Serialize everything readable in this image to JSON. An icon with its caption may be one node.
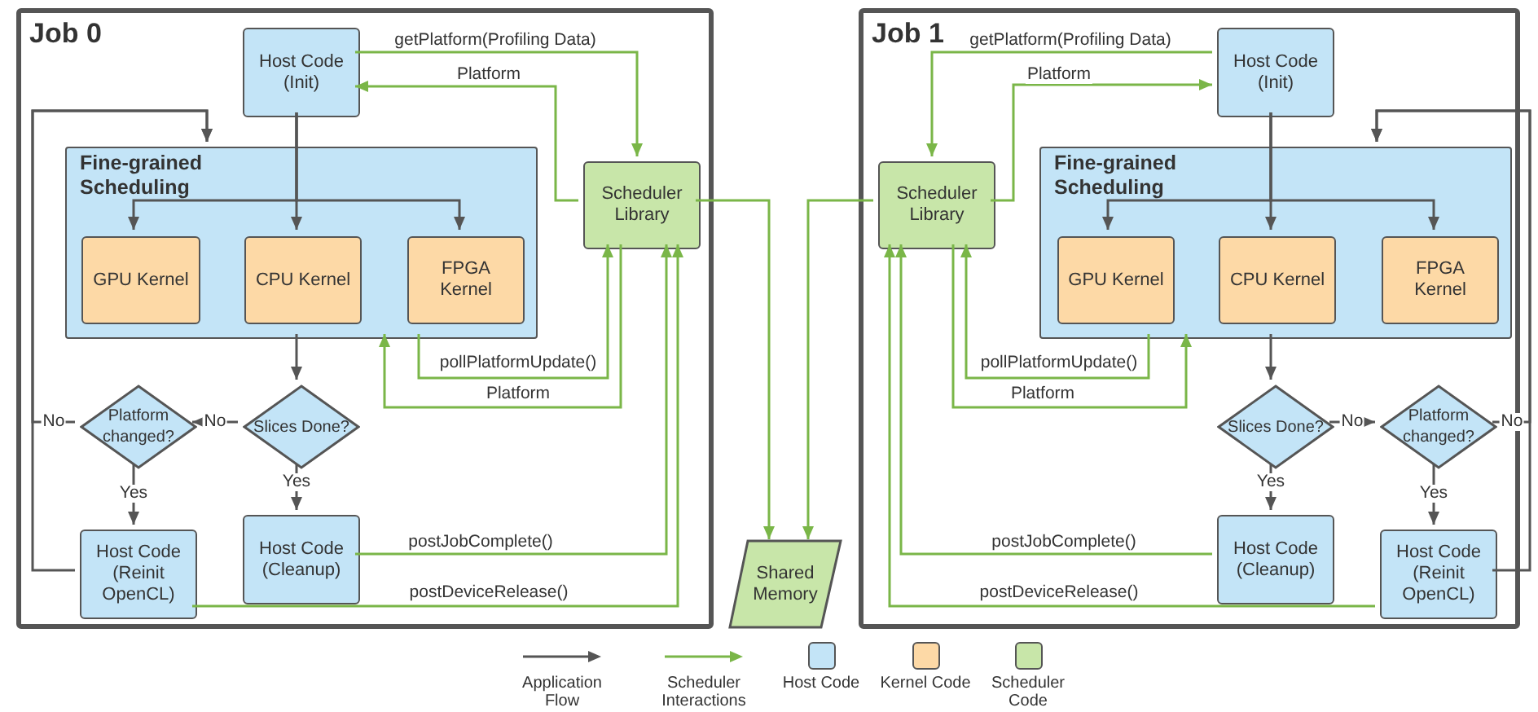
{
  "diagram": {
    "nodes": [
      {
        "text": [
          "Job 0"
        ]
      },
      {
        "text": [
          "Host Code (Init)"
        ],
        "in": 0
      },
      {
        "text": [
          "Fine-grained Scheduling"
        ],
        "in": 0
      },
      {
        "text": [
          "GPU Kernel"
        ],
        "in": 2
      },
      {
        "text": [
          "CPU Kernel"
        ],
        "in": 2
      },
      {
        "text": [
          "FPGA Kernel"
        ],
        "in": 2
      },
      {
        "text": [
          "Scheduler Library"
        ],
        "in": 0
      },
      {
        "text": [
          "Slices Done?"
        ],
        "in": 0
      },
      {
        "text": [
          "Platform changed?"
        ],
        "in": 0
      },
      {
        "text": [
          "Host Code (Cleanup)"
        ],
        "in": 0
      },
      {
        "text": [
          "Host Code (Reinit OpenCL)"
        ],
        "in": 0
      },
      {
        "text": [
          "Shared Memory"
        ]
      },
      {
        "text": [
          "Job 1"
        ]
      },
      {
        "text": [
          "Host Code (Init)"
        ],
        "in": 12
      },
      {
        "text": [
          "Scheduler Library"
        ],
        "in": 12
      },
      {
        "text": [
          "Fine-grained Scheduling"
        ],
        "in": 12
      },
      {
        "text": [
          "GPU Kernel"
        ],
        "in": 15
      },
      {
        "text": [
          "CPU Kernel"
        ],
        "in": 15
      },
      {
        "text": [
          "FPGA Kernel"
        ],
        "in": 15
      },
      {
        "text": [
          "Slices Done?"
        ],
        "in": 12
      },
      {
        "text": [
          "Platform changed?"
        ],
        "in": 12
      },
      {
        "text": [
          "Host Code (Cleanup)"
        ],
        "in": 12
      },
      {
        "text": [
          "Host Code (Reinit OpenCL)"
        ],
        "in": 12
      }
    ],
    "edges": [
      {
        "from": 1,
        "to": 3,
        "arrow": "to"
      },
      {
        "from": 1,
        "to": 4,
        "arrow": "to"
      },
      {
        "from": 1,
        "to": 5,
        "arrow": "to"
      },
      {
        "from": 2,
        "to": 7,
        "arrow": "to"
      },
      {
        "from": 7,
        "to": 8,
        "arrow": "to",
        "label": "No"
      },
      {
        "from": 7,
        "to": 9,
        "arrow": "to",
        "label": "Yes"
      },
      {
        "from": 8,
        "to": 10,
        "arrow": "to",
        "label": "Yes"
      },
      {
        "from": 8,
        "to": 2,
        "arrow": "to",
        "label": "No"
      },
      {
        "from": 10,
        "to": 2,
        "arrow": "to"
      },
      {
        "from": 1,
        "to": 6,
        "arrow": "to",
        "label": "getPlatform(Profiling Data)",
        "color": "#7ab648"
      },
      {
        "from": 6,
        "to": 1,
        "arrow": "to",
        "label": "Platform",
        "color": "#7ab648"
      },
      {
        "from": 2,
        "to": 6,
        "arrow": "to",
        "label": "pollPlatformUpdate()",
        "color": "#7ab648"
      },
      {
        "from": 6,
        "to": 2,
        "arrow": "to",
        "label": "Platform",
        "color": "#7ab648"
      },
      {
        "from": 9,
        "to": 6,
        "arrow": "to",
        "label": "postJobComplete()",
        "color": "#7ab648"
      },
      {
        "from": 10,
        "to": 6,
        "arrow": "to",
        "label": "postDeviceRelease()",
        "color": "#7ab648"
      },
      {
        "from": 6,
        "to": 11,
        "arrow": "to",
        "color": "#7ab648"
      },
      {
        "from": 14,
        "to": 11,
        "arrow": "to",
        "color": "#7ab648"
      },
      {
        "from": 13,
        "to": 14,
        "arrow": "to",
        "label": "getPlatform(Profiling Data)",
        "color": "#7ab648"
      },
      {
        "from": 14,
        "to": 13,
        "arrow": "to",
        "label": "Platform",
        "color": "#7ab648"
      },
      {
        "from": 13,
        "to": 16,
        "arrow": "to"
      },
      {
        "from": 13,
        "to": 17,
        "arrow": "to"
      },
      {
        "from": 13,
        "to": 18,
        "arrow": "to"
      },
      {
        "from": 15,
        "to": 14,
        "arrow": "to",
        "label": "pollPlatformUpdate()",
        "color": "#7ab648"
      },
      {
        "from": 14,
        "to": 15,
        "arrow": "to",
        "label": "Platform",
        "color": "#7ab648"
      },
      {
        "from": 15,
        "to": 19,
        "arrow": "to"
      },
      {
        "from": 19,
        "to": 20,
        "arrow": "to",
        "label": "No"
      },
      {
        "from": 19,
        "to": 21,
        "arrow": "to",
        "label": "Yes"
      },
      {
        "from": 20,
        "to": 22,
        "arrow": "to",
        "label": "Yes"
      },
      {
        "from": 20,
        "to": 15,
        "arrow": "to",
        "label": "No"
      },
      {
        "from": 22,
        "to": 15,
        "arrow": "to"
      },
      {
        "from": 21,
        "to": 14,
        "arrow": "to",
        "label": "postJobComplete()",
        "color": "#7ab648"
      },
      {
        "from": 22,
        "to": 14,
        "arrow": "to",
        "label": "postDeviceRelease()",
        "color": "#7ab648"
      }
    ],
    "legend": [
      {
        "text": "Application Flow"
      },
      {
        "text": "Scheduler Interactions"
      },
      {
        "text": "Host Code",
        "color": "#c3e4f7"
      },
      {
        "text": "Kernel Code",
        "color": "#fdd9a6"
      },
      {
        "text": "Scheduler Code",
        "color": "#c8e6a9"
      }
    ]
  }
}
